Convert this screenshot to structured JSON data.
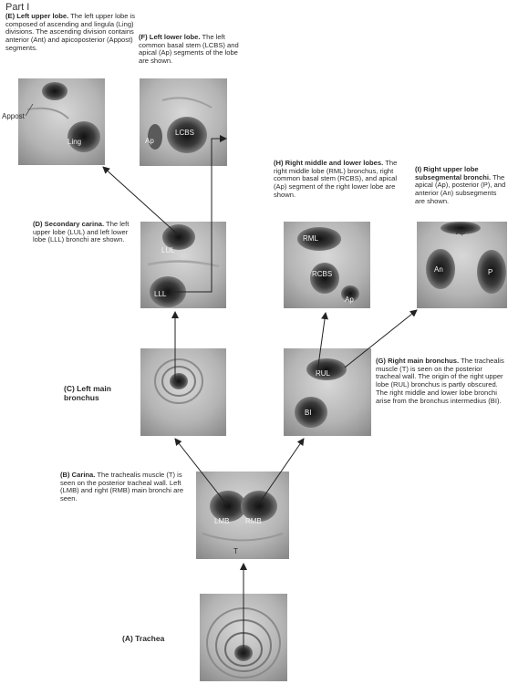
{
  "part_label": "Part I",
  "captions": {
    "E": {
      "heading": "(E) Left upper lobe.",
      "body": " The left upper lobe is composed of ascending and lingula (Ling) divisions. The ascending division contains anterior (Ant) and apicoposterior (Appost) segments."
    },
    "F": {
      "heading": "(F) Left lower lobe.",
      "body": " The left common basal stem (LCBS) and apical (Ap) segments of the lobe are shown."
    },
    "H": {
      "heading": "(H) Right middle and lower lobes.",
      "body": " The right middle lobe (RML) bronchus, right common basal stem (RCBS), and apical (Ap) segment of the right lower lobe are shown."
    },
    "I": {
      "heading": "(I) Right upper lobe subsegmental bronchi.",
      "body": " The apical (Ap), posterior (P), and anterior (An) subsegments are shown."
    },
    "D": {
      "heading": "(D) Secondary carina.",
      "body": " The left upper lobe (LUL) and left lower lobe (LLL) bronchi are shown."
    },
    "C": {
      "heading": "(C) Left main bronchus",
      "body": ""
    },
    "G": {
      "heading": "(G) Right main bronchus.",
      "body": " The trachealis muscle (T) is seen on the posterior tracheal wall. The origin of the right upper lobe (RUL) bronchus is partly obscured. The right middle and lower lobe bronchi arise from the bronchus intermedius (BI)."
    },
    "B": {
      "heading": "(B) Carina.",
      "body": " The trachealis muscle (T) is seen on the posterior tracheal wall. Left (LMB) and right (RMB) main bronchi are seen."
    },
    "A": {
      "heading": "(A) Trachea",
      "body": ""
    }
  },
  "image_labels": {
    "E": [
      "Appost",
      "Ling"
    ],
    "F": [
      "Ap",
      "LCBS"
    ],
    "H": [
      "RML",
      "RCBS",
      "Ap"
    ],
    "I": [
      "Ap",
      "An",
      "P"
    ],
    "D": [
      "LUL",
      "LLL"
    ],
    "G": [
      "RUL",
      "BI"
    ],
    "B": [
      "LMB",
      "RMB",
      "T"
    ]
  }
}
